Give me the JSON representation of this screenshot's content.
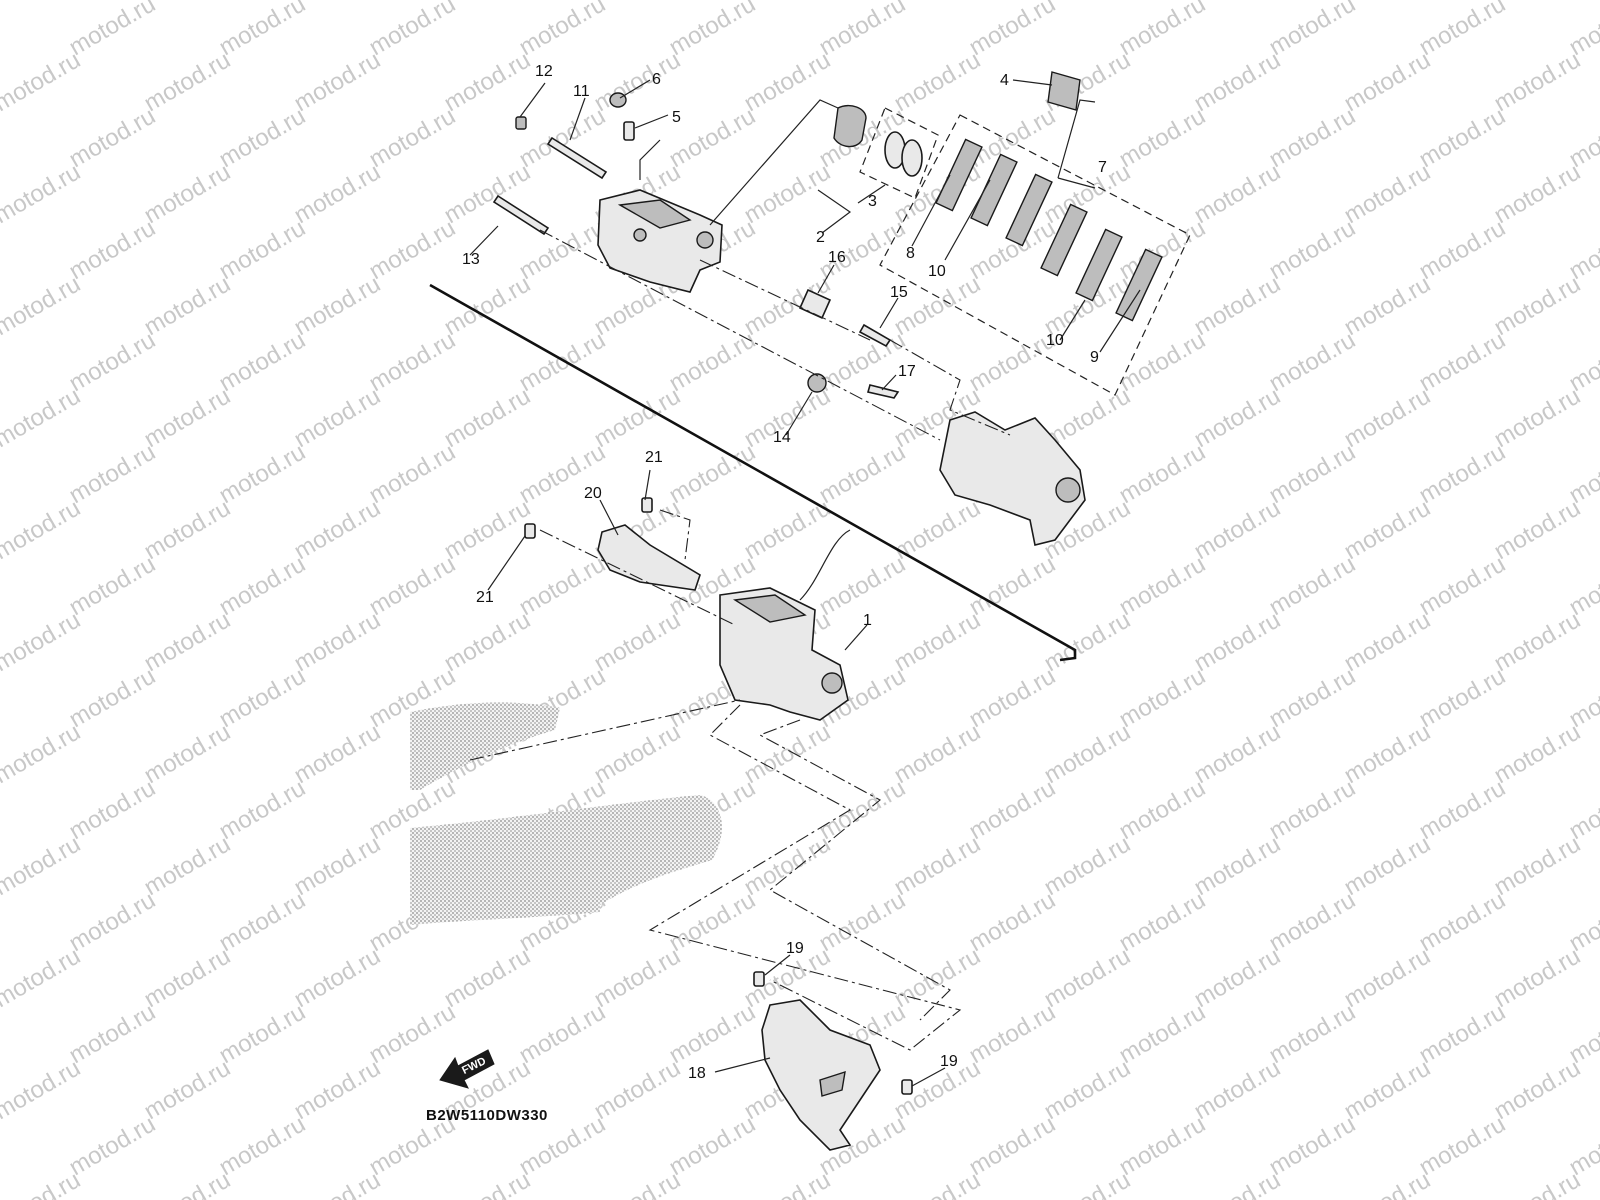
{
  "diagram": {
    "code": "B2W5110DW330",
    "fwd_label": "FWD",
    "watermark": "motod.ru",
    "callouts": [
      "12",
      "11",
      "6",
      "5",
      "4",
      "7",
      "2",
      "3",
      "8",
      "10",
      "10",
      "9",
      "13",
      "16",
      "15",
      "17",
      "14",
      "21",
      "20",
      "21",
      "1",
      "19",
      "19",
      "18"
    ]
  }
}
